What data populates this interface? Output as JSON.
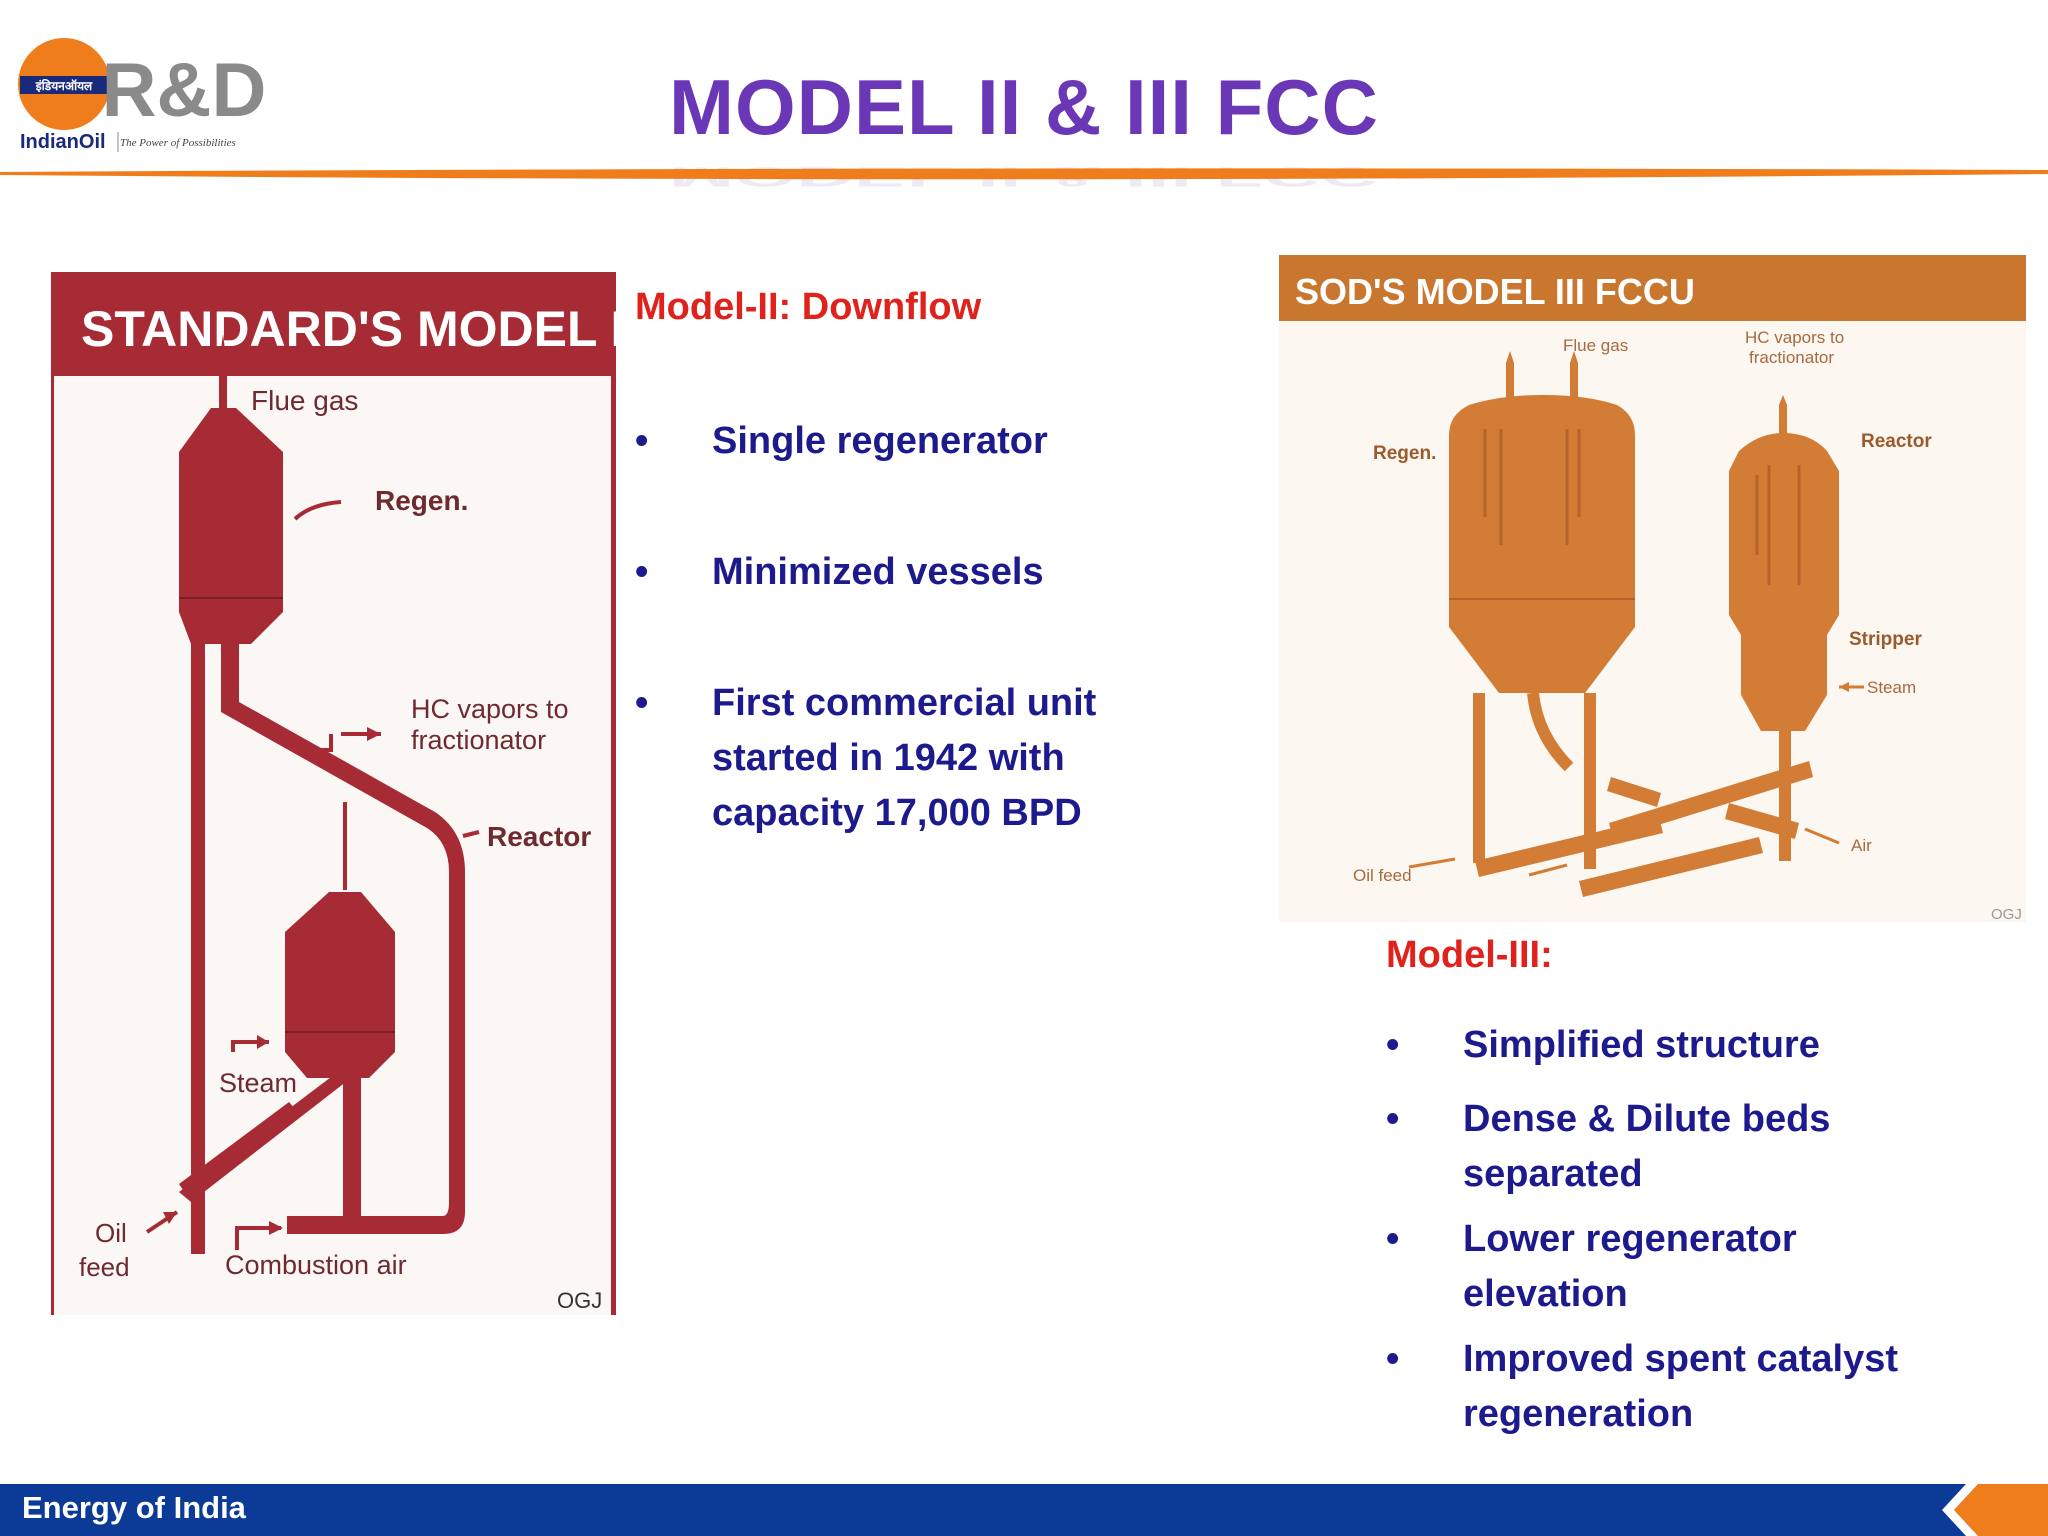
{
  "logo": {
    "brand": "R&D",
    "company": "IndianOil",
    "hindi": "इंडियनऑयल",
    "tagline": "The Power of Possibilities"
  },
  "title": "MODEL II & III FCC",
  "colors": {
    "title": "#6a37b6",
    "accent_orange": "#f07d1c",
    "diagram_red": "#a72b35",
    "diagram_orange": "#d27c35",
    "heading_red": "#e0221d",
    "bullet_blue": "#1c1a8c",
    "footer_blue": "#0b3a97"
  },
  "model2_figure": {
    "title": "STANDARD'S MODEL II",
    "labels": {
      "flue_gas": "Flue gas",
      "regen": "Regen.",
      "hc_vapors_1": "HC vapors to",
      "hc_vapors_2": "fractionator",
      "reactor": "Reactor",
      "steam": "Steam",
      "oil_1": "Oil",
      "oil_2": "feed",
      "combustion_air": "Combustion air",
      "source": "OGJ"
    }
  },
  "model2": {
    "heading": "Model-II: Downflow",
    "bullets": [
      {
        "bullet": "•",
        "lines": [
          "Single regenerator"
        ]
      },
      {
        "bullet": "•",
        "lines": [
          "Minimized vessels"
        ]
      },
      {
        "bullet": "•",
        "lines": [
          "First commercial unit",
          "started in 1942 with",
          "capacity 17,000 BPD"
        ]
      }
    ]
  },
  "model3_figure": {
    "title": "SOD'S MODEL III FCCU",
    "labels": {
      "flue_gas": "Flue gas",
      "hc_vapors_1": "HC vapors to",
      "hc_vapors_2": "fractionator",
      "regen": "Regen.",
      "reactor": "Reactor",
      "stripper": "Stripper",
      "steam": "Steam",
      "air": "Air",
      "oil_feed": "Oil feed",
      "source": "OGJ"
    }
  },
  "model3": {
    "heading": "Model-III:",
    "bullets": [
      {
        "bullet": "•",
        "lines": [
          "Simplified structure"
        ]
      },
      {
        "bullet": "•",
        "lines": [
          "Dense & Dilute beds",
          "separated"
        ]
      },
      {
        "bullet": "•",
        "lines": [
          "Lower regenerator",
          "elevation"
        ]
      },
      {
        "bullet": "•",
        "lines": [
          "Improved spent catalyst",
          "regeneration"
        ]
      }
    ]
  },
  "footer": {
    "text": "Energy of India"
  }
}
